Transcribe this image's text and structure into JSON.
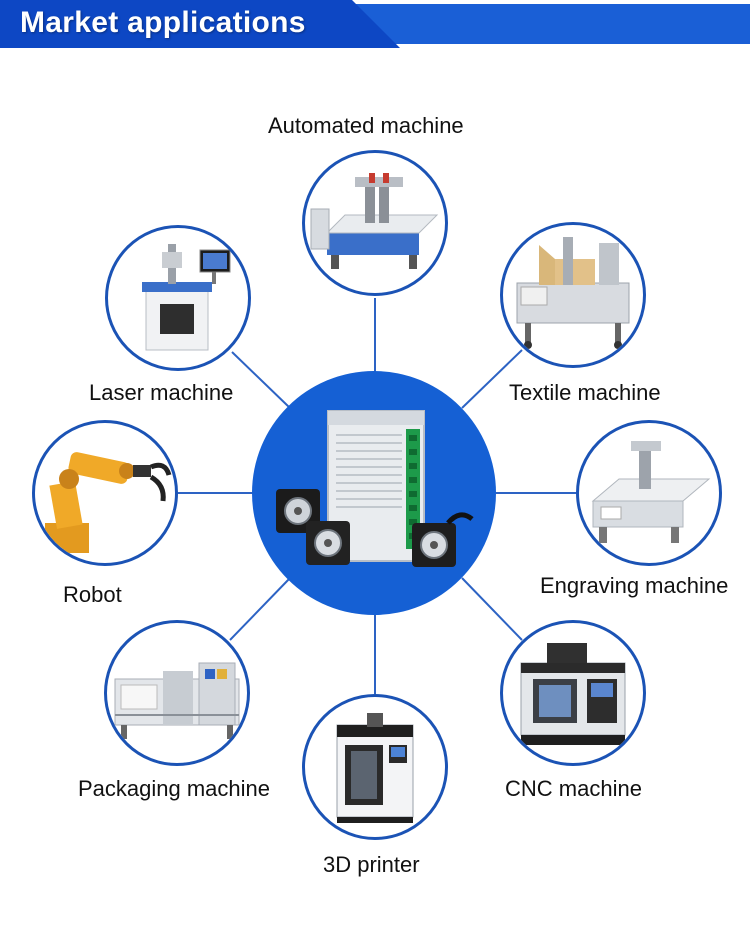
{
  "header": {
    "title": "Market applications"
  },
  "center": {
    "icon": "stepper-driver-motor-icon"
  },
  "applications": [
    {
      "label": "Automated machine",
      "icon": "cnc-router-icon"
    },
    {
      "label": "Laser machine",
      "icon": "laser-marking-machine-icon"
    },
    {
      "label": "Textile machine",
      "icon": "carton-sealer-icon"
    },
    {
      "label": "Robot",
      "icon": "robot-arm-icon"
    },
    {
      "label": "Engraving machine",
      "icon": "engraving-machine-icon"
    },
    {
      "label": "Packaging machine",
      "icon": "packaging-machine-icon"
    },
    {
      "label": "CNC machine",
      "icon": "cnc-machining-center-icon"
    },
    {
      "label": "3D printer",
      "icon": "3d-printer-icon"
    }
  ],
  "colors": {
    "header": "#1a5fd6",
    "header_tab": "#0d47c4",
    "ring": "#1b53b5",
    "center": "#1560d4",
    "line": "#2d63c4"
  }
}
